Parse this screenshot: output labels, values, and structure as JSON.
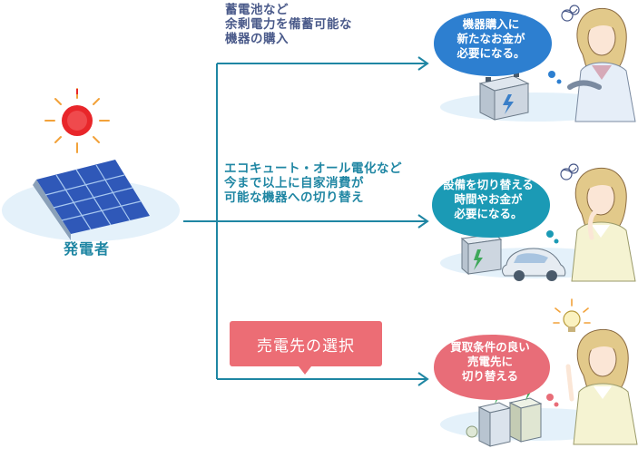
{
  "producer_label": "発電者",
  "options": [
    {
      "lines": [
        "蓄電池など",
        "余剰電力を備蓄可能な",
        "機器の購入"
      ],
      "color": "#4a5a8a"
    },
    {
      "lines": [
        "エコキュート・オール電化など",
        "今まで以上に自家消費が",
        "可能な機器への切り替え"
      ],
      "color": "#1f86a3"
    },
    {
      "label": "売電先の選択",
      "color": "#ec6d75"
    }
  ],
  "bubbles": [
    {
      "lines": [
        "機器購入に",
        "新たなお金が",
        "必要になる。"
      ],
      "color": "#2d7fd0"
    },
    {
      "lines": [
        "設備を切り替える",
        "時間やお金が",
        "必要になる。"
      ],
      "color": "#1b9ab5"
    },
    {
      "lines": [
        "買取条件の良い",
        "売電先に",
        "切り替える"
      ],
      "color": "#e86d78"
    }
  ],
  "colors": {
    "line": "#1f86a3",
    "sun": "#e8262a",
    "panel": "#2f58b8",
    "bubble_bg_pale": "#e4f1fa"
  }
}
